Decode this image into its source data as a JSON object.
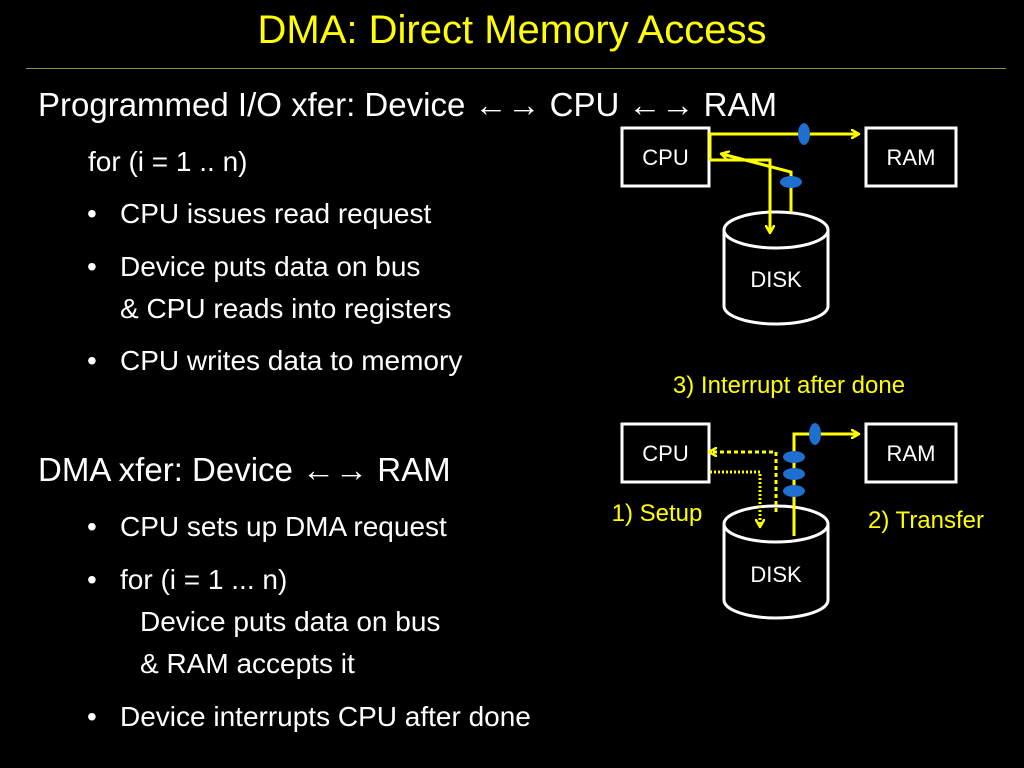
{
  "title": "DMA: Direct Memory Access",
  "programmed": {
    "heading": "Programmed I/O xfer:  Device ←→  CPU ←→ RAM",
    "loop": "for (i = 1 .. n)",
    "bullets": [
      {
        "lines": [
          "CPU issues read request"
        ]
      },
      {
        "lines": [
          "Device puts data on bus",
          "& CPU reads into registers"
        ]
      },
      {
        "lines": [
          "CPU writes data to memory"
        ]
      }
    ]
  },
  "dma": {
    "heading": "DMA xfer:  Device ←→ RAM",
    "bullets": [
      {
        "lines": [
          "CPU sets up DMA request"
        ]
      },
      {
        "lines": [
          "for (i = 1 ... n)",
          "Device puts data on bus",
          "& RAM accepts it"
        ]
      },
      {
        "lines": [
          "Device interrupts CPU after done"
        ]
      }
    ]
  },
  "diagram_top": {
    "cpu": "CPU",
    "ram": "RAM",
    "disk": "DISK"
  },
  "diagram_bottom": {
    "cpu": "CPU",
    "ram": "RAM",
    "disk": "DISK",
    "interrupt_label": "3) Interrupt after done",
    "setup_label": "1) Setup",
    "transfer_label": "2) Transfer"
  },
  "colors": {
    "background": "#000000",
    "title": "#ffff00",
    "arrow": "#ffff00",
    "bus_marker": "#1f6fd1",
    "text": "#ffffff"
  }
}
